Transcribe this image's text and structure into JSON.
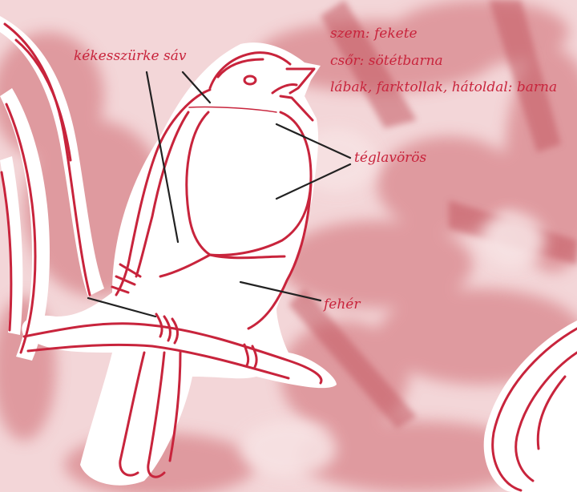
{
  "labels": {
    "bluish_grey_band": "kékesszürke sáv",
    "eye": "szem: fekete",
    "beak": "csőr: sötétbarna",
    "legs_tail_back": "lábak, farktollak, hátoldal: barna",
    "brick_red": "téglavörös",
    "white": "fehér"
  },
  "colors": {
    "background": "#f3d6d8",
    "foliage": "#d9868c",
    "outline": "#c8243c",
    "label_text": "#c8243c",
    "leader_line": "#222222",
    "paper": "#ffffff"
  }
}
